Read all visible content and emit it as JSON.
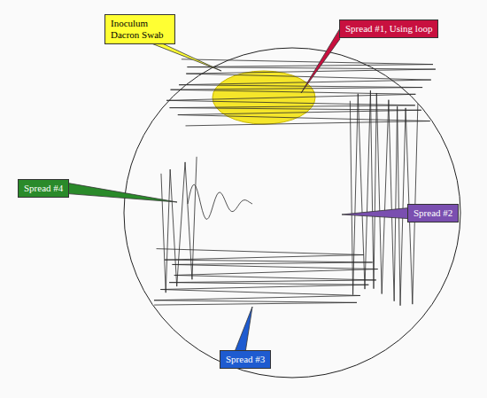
{
  "diagram": {
    "nodes": [
      {
        "text": [
          "Inoculum Dacron Swab"
        ]
      },
      {
        "text": [
          "Spread #1, Using loop"
        ]
      },
      {
        "text": [
          "Spread #4"
        ]
      },
      {
        "text": [
          "Spread #2"
        ]
      },
      {
        "text": [
          "Spread #3"
        ]
      }
    ]
  }
}
